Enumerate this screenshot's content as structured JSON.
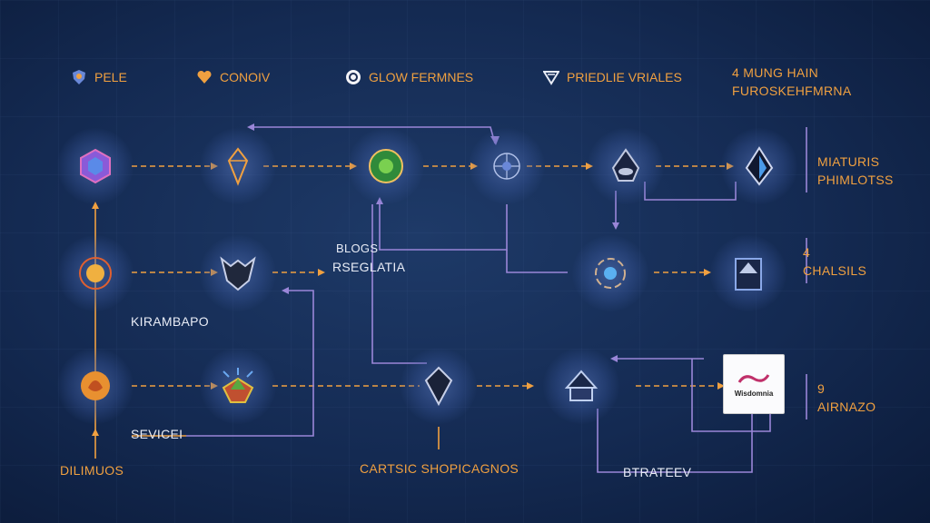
{
  "header": {
    "items": [
      {
        "label": "PELE",
        "icon": "shield-icon"
      },
      {
        "label": "CONOIV",
        "icon": "heart-icon"
      },
      {
        "label": "GLOW FERMNES",
        "icon": "gear-icon"
      },
      {
        "label": "PRIEDLIE VRIALES",
        "icon": "triangle-icon"
      }
    ],
    "right_line1": "4 MUNG HAIN",
    "right_line2": "FUROSKEHFMRNA"
  },
  "labels": {
    "matauris": "MIATURIS",
    "phimlotss": "PHIMLOTSS",
    "bloks": "BLOGS",
    "rsegiatia": "RSEGLATIA",
    "kirambapo": "KIRAMBAPO",
    "chaiss_num": "4",
    "chaiss": "CHALSILS",
    "service": "SEVICEI",
    "dilimuos": "DILIMUOS",
    "cartsic": "CARTSIC SHOPICAGNOS",
    "btrateev": "BTRATEEV",
    "airnazo_num": "9",
    "airnazo": "AIRNAZO",
    "card_text": "Wisdomnia"
  },
  "colors": {
    "accent_orange": "#f0a040",
    "wire_purple": "#9a86d8",
    "background": "#142a52"
  }
}
